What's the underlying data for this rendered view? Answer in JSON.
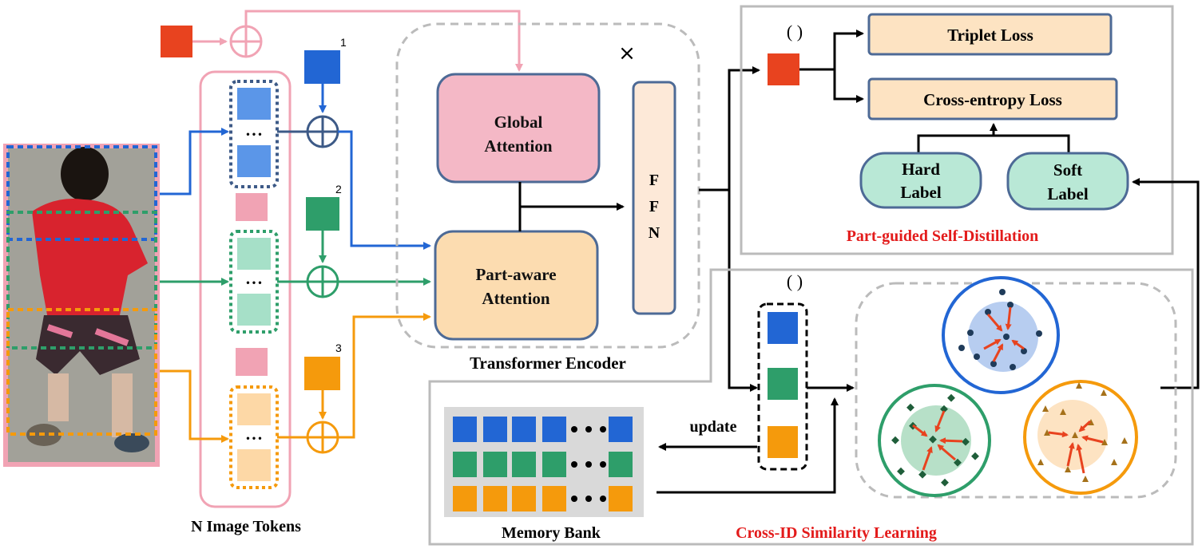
{
  "labels": {
    "global_attention_1": "Global",
    "global_attention_2": "Attention",
    "part_attention_1": "Part-aware",
    "part_attention_2": "Attention",
    "ffn_f1": "F",
    "ffn_f2": "F",
    "ffn_n": "N",
    "times": "×",
    "transformer_encoder": "Transformer Encoder",
    "n_image_tokens": "N Image Tokens",
    "triplet_loss": "Triplet Loss",
    "cross_entropy_loss": "Cross-entropy Loss",
    "hard_label_1": "Hard",
    "hard_label_2": "Label",
    "soft_label_1": "Soft",
    "soft_label_2": "Label",
    "psd_title": "Part-guided Self-Distillation",
    "cisl_title": "Cross-ID  Similarity Learning",
    "memory_bank": "Memory Bank",
    "update": "update",
    "paren_top": "(      )",
    "paren_mid": "(      )",
    "idx1": "1",
    "idx2": "2",
    "idx3": "3",
    "ellipsis": "• • •"
  },
  "colors": {
    "cls": "#e8431f",
    "blue": "#2266d4",
    "green": "#2e9e6a",
    "orange": "#f59a0c",
    "pink": "#f1a3b4",
    "global_fill": "#f4b8c6",
    "part_fill": "#fcdcb0",
    "loss_fill": "#fde3c2",
    "label_fill": "#b9e8d6",
    "title_red": "#e31b1b"
  }
}
